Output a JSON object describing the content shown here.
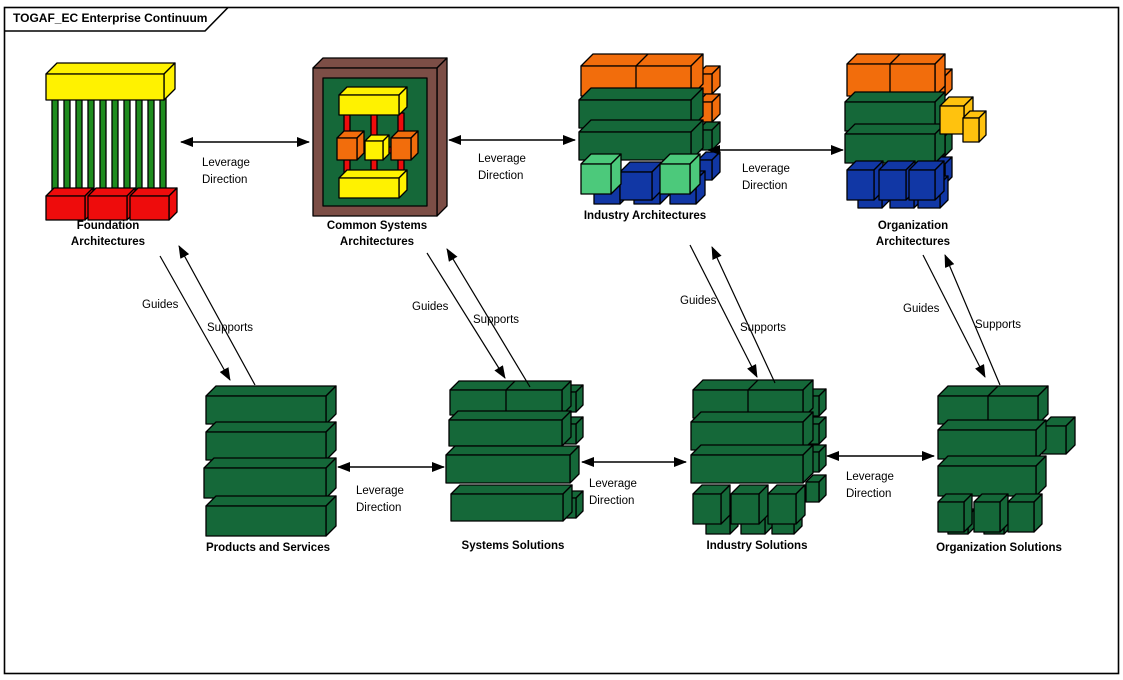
{
  "frame": {
    "title": "TOGAF_EC Enterprise Continuum"
  },
  "colors": {
    "outline": "#000000",
    "dark_green": "#156839",
    "column_green": "#1E8C1E",
    "light_green": "#4CC97B",
    "blue": "#1137A5",
    "orange": "#F26D0C",
    "red": "#EE0C0C",
    "yellow": "#FFF200",
    "gold": "#FFC20E",
    "brown": "#7C4E46"
  },
  "nodes": [
    {
      "id": "foundation-architectures",
      "label": "Foundation Architectures"
    },
    {
      "id": "common-systems-architectures",
      "label": "Common Systems Architectures"
    },
    {
      "id": "industry-architectures",
      "label": "Industry Architectures"
    },
    {
      "id": "organization-architectures",
      "label": "Organization Architectures"
    },
    {
      "id": "products-and-services",
      "label": "Products and Services"
    },
    {
      "id": "systems-solutions",
      "label": "Systems Solutions"
    },
    {
      "id": "industry-solutions",
      "label": "Industry Solutions"
    },
    {
      "id": "organization-solutions",
      "label": "Organization Solutions"
    }
  ],
  "edges": {
    "horizontal": [
      {
        "from": "foundation-architectures",
        "to": "common-systems-architectures",
        "label": "Leverage Direction"
      },
      {
        "from": "common-systems-architectures",
        "to": "industry-architectures",
        "label": "Leverage Direction"
      },
      {
        "from": "industry-architectures",
        "to": "organization-architectures",
        "label": "Leverage Direction"
      },
      {
        "from": "products-and-services",
        "to": "systems-solutions",
        "label": "Leverage Direction"
      },
      {
        "from": "systems-solutions",
        "to": "industry-solutions",
        "label": "Leverage Direction"
      },
      {
        "from": "industry-solutions",
        "to": "organization-solutions",
        "label": "Leverage Direction"
      }
    ],
    "vertical": [
      {
        "architecture": "foundation-architectures",
        "solution": "products-and-services",
        "guides": "Guides",
        "supports": "Supports"
      },
      {
        "architecture": "common-systems-architectures",
        "solution": "systems-solutions",
        "guides": "Guides",
        "supports": "Supports"
      },
      {
        "architecture": "industry-architectures",
        "solution": "industry-solutions",
        "guides": "Guides",
        "supports": "Supports"
      },
      {
        "architecture": "organization-architectures",
        "solution": "organization-solutions",
        "guides": "Guides",
        "supports": "Supports"
      }
    ]
  }
}
